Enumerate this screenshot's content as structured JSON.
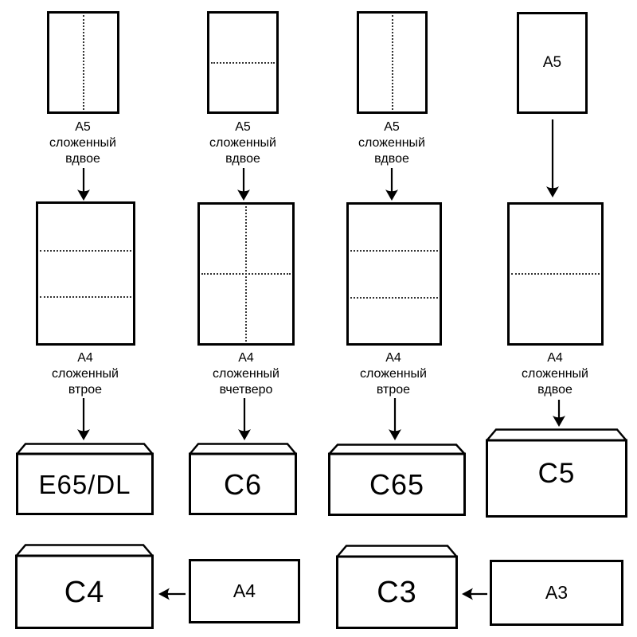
{
  "diagram": {
    "description": "Paper sheet folding to envelope size chart",
    "language": "ru"
  },
  "columns": [
    {
      "a5_fold": "vertical-half",
      "a5_caption": "А5\nсложенный\nвдвое",
      "a4_fold": "horizontal-thirds",
      "a4_caption": "А4\nсложенный\nвтрое",
      "envelope_label": "E65/DL"
    },
    {
      "a5_fold": "horizontal-half",
      "a5_caption": "А5\nсложенный\nвдвое",
      "a4_fold": "quarters-cross",
      "a4_caption": "А4\nсложенный\nвчетверо",
      "envelope_label": "C6"
    },
    {
      "a5_fold": "vertical-half",
      "a5_caption": "А5\nсложенный\nвдвое",
      "a4_fold": "horizontal-thirds",
      "a4_caption": "А4\nсложенный\nвтрое",
      "envelope_label": "C65"
    },
    {
      "a5_label": "А5",
      "a5_fold": "none",
      "a4_fold": "horizontal-half",
      "a4_caption": "А4\nсложенный\nвдвое",
      "envelope_label": "C5"
    }
  ],
  "bottom_row": {
    "c4_envelope": {
      "label": "C4",
      "fill": "#f9a2a2",
      "highlighted": true
    },
    "a4_sheet": {
      "label": "А4"
    },
    "c3_envelope": {
      "label": "C3",
      "fill": "#ffffff"
    },
    "a3_sheet": {
      "label": "А3"
    }
  },
  "colors": {
    "line": "#000000",
    "background": "#ffffff",
    "highlight_fill": "#f9a2a2",
    "fold_dots": "#333333"
  }
}
